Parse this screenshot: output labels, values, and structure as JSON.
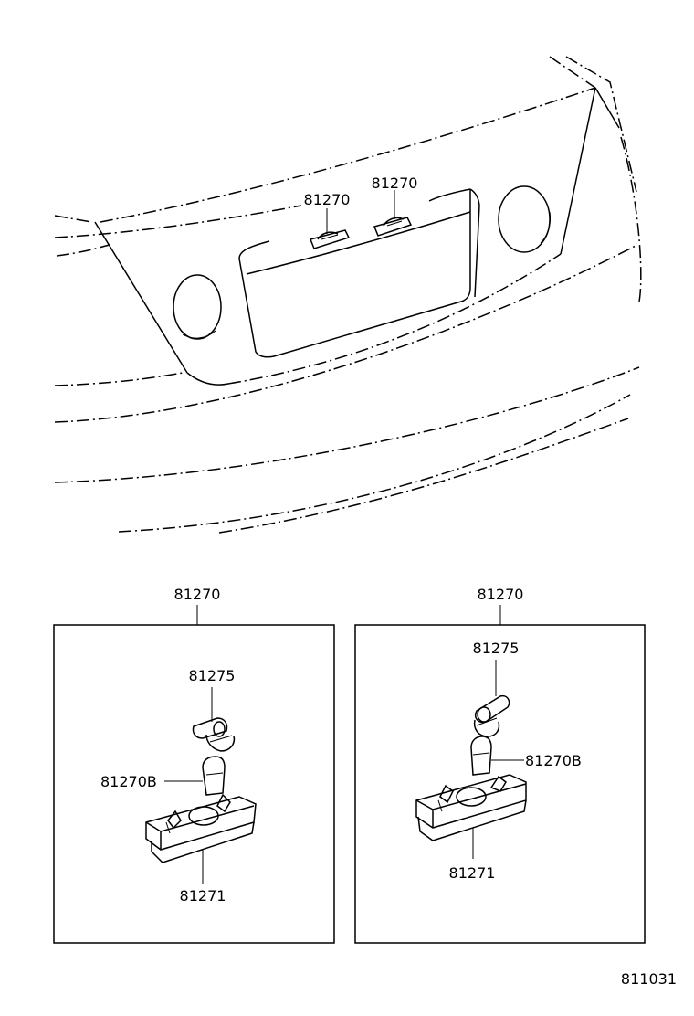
{
  "top_view": {
    "labels": [
      "81270",
      "81270"
    ]
  },
  "left_panel": {
    "title": "81270",
    "bulb_socket": "81275",
    "bulb": "81270B",
    "housing": "81271"
  },
  "right_panel": {
    "title": "81270",
    "bulb_socket": "81275",
    "bulb": "81270B",
    "housing": "81271"
  },
  "figure_number": "811031"
}
